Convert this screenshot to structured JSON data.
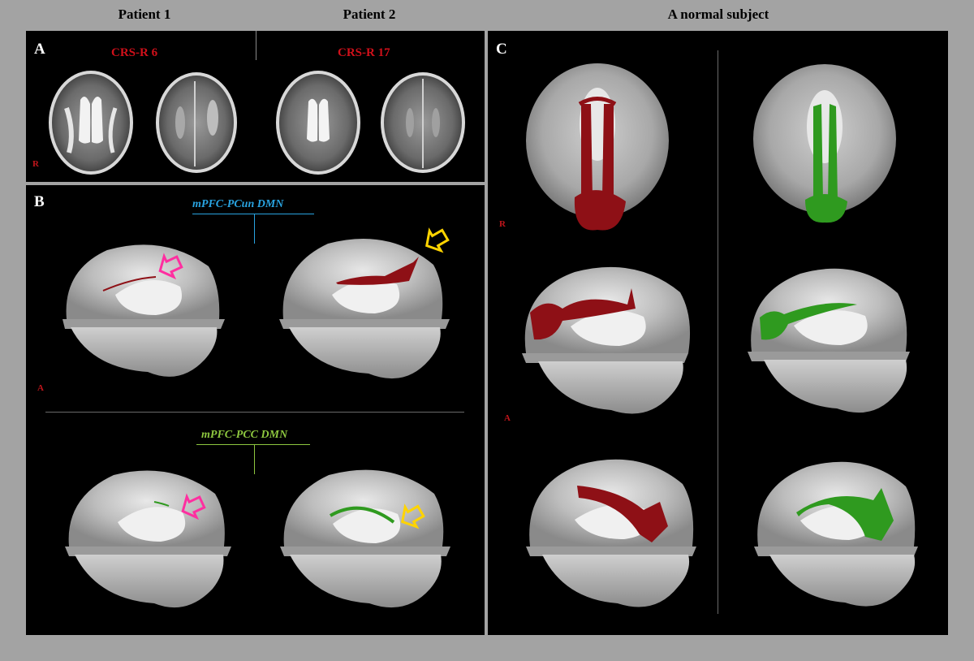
{
  "headers": {
    "patient1": "Patient 1",
    "patient2": "Patient 2",
    "normal": "A normal subject"
  },
  "panels": {
    "a": {
      "label": "A",
      "crs_p1": "CRS-R  6",
      "crs_p2": "CRS-R  17",
      "orient": "R"
    },
    "b": {
      "label": "B",
      "dmn1": "mPFC-PCun DMN",
      "dmn2": "mPFC-PCC DMN",
      "orient": "A"
    },
    "c": {
      "label": "C",
      "orient_r": "R",
      "orient_a": "A"
    }
  },
  "colors": {
    "tract_red": "#8e1016",
    "tract_green": "#2f9a1f",
    "dmn1_text": "#29a3e0",
    "dmn2_text": "#8dc63f",
    "arrow_magenta": "#ff2fa0",
    "arrow_yellow": "#ffd400",
    "label_red": "#d0101a"
  }
}
